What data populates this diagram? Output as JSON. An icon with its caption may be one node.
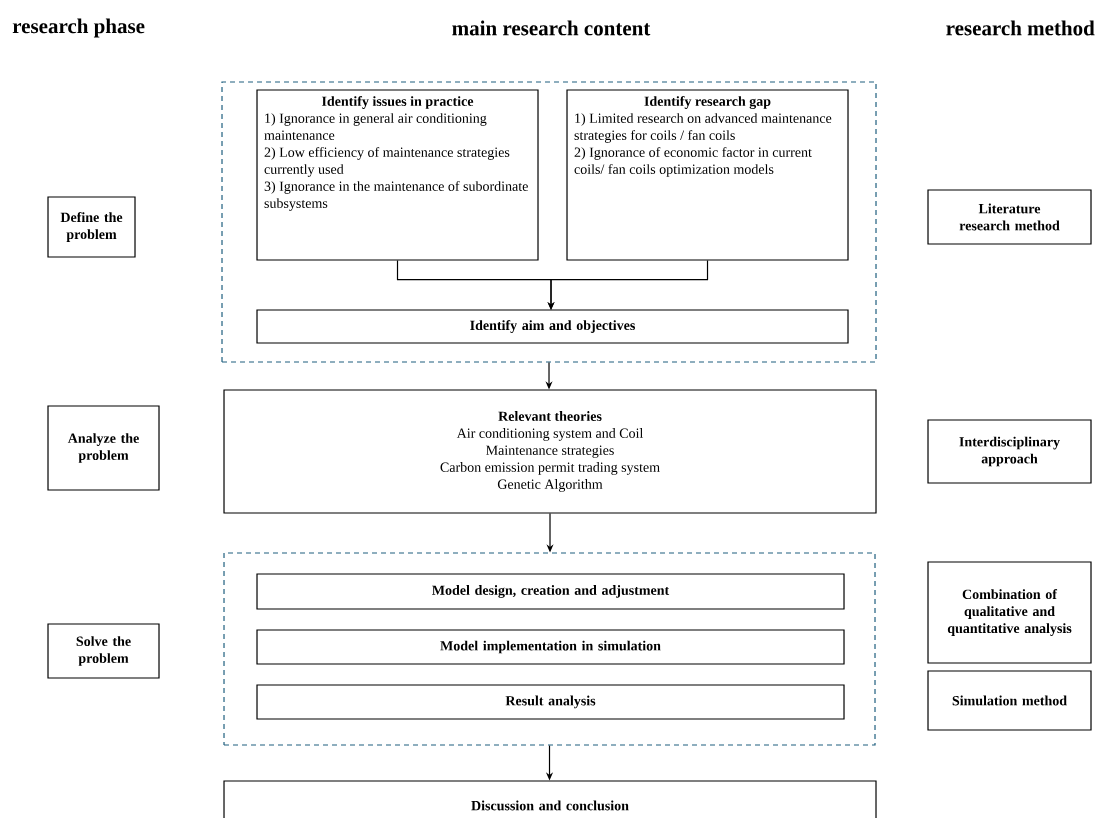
{
  "diagram": {
    "nodes": [
      {
        "text": [],
        "shape": "box"
      },
      {
        "text": [
          "Identify issues in practice",
          "1) Ignorance in general air conditioning maintenance",
          "2) Low efficiency of maintenance strategies currently used",
          "3) Ignorance in the maintenance of subordinate subsystems"
        ],
        "in": 0
      },
      {
        "text": [
          "Identify research gap",
          "1) Limited research on advanced maintenance strategies for coils / fan coils",
          "2) Ignorance of economic factor in current coils/ fan coils optimization models"
        ],
        "in": 0
      },
      {
        "text": [
          "Identify aim and objectives"
        ],
        "in": 0
      },
      {
        "text": [
          "Relevant theories",
          "Air conditioning system and Coil",
          "Maintenance strategies",
          "Carbon emission permit trading system",
          "Genetic Algorithm"
        ]
      },
      {
        "text": [],
        "shape": "box"
      },
      {
        "text": [
          "Model design, creation and adjustment"
        ],
        "in": 5
      },
      {
        "text": [
          "Model implementation in simulation"
        ],
        "in": 5
      },
      {
        "text": [
          "Result analysis"
        ],
        "in": 5
      },
      {
        "text": [
          "Discussion and conclusion"
        ]
      },
      {
        "text": [
          "Define the problem"
        ]
      },
      {
        "text": [
          "Analyze the problem"
        ]
      },
      {
        "text": [
          "Solve the problem"
        ]
      },
      {
        "text": [
          "Literature research method"
        ]
      },
      {
        "text": [
          "Interdisciplinary approach"
        ]
      },
      {
        "text": [
          "Combination of qualitative and quantitative analysis"
        ]
      },
      {
        "text": [
          "Simulation method"
        ]
      }
    ],
    "edges": [
      {
        "from": 1,
        "to": 3,
        "arrow": "to"
      },
      {
        "from": 2,
        "to": 3,
        "arrow": "to"
      },
      {
        "from": 0,
        "to": 4,
        "arrow": "to"
      },
      {
        "from": 4,
        "to": 5,
        "arrow": "to"
      },
      {
        "from": 5,
        "to": 9,
        "arrow": "to"
      }
    ],
    "labels": [
      "research phase",
      "main research content",
      "research method"
    ]
  }
}
